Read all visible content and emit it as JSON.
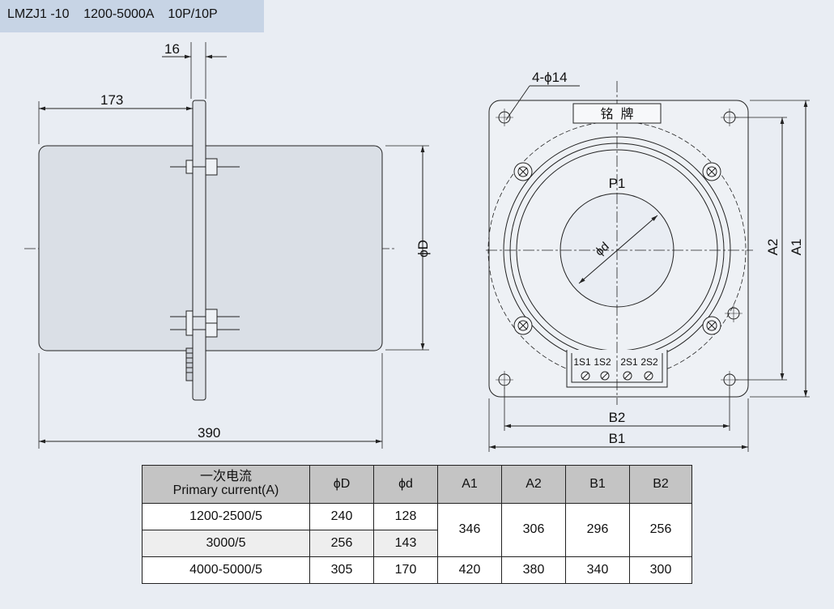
{
  "header": {
    "title": "LMZJ1 -10    1200-5000A    10P/10P"
  },
  "side_view": {
    "dim_flange_thickness": "16",
    "dim_body_length": "173",
    "dim_total_length": "390",
    "dim_outer_diameter": "ϕD"
  },
  "front_view": {
    "hole_callout": "4-ϕ14",
    "nameplate": "铭  牌",
    "primary_terminal": "P1",
    "inner_diameter": "ϕd",
    "terminals": [
      "1S1",
      "1S2",
      "2S1",
      "2S2"
    ],
    "dim_a1": "A1",
    "dim_a2": "A2",
    "dim_b1": "B1",
    "dim_b2": "B2"
  },
  "table": {
    "headers": {
      "primary_cn": "一次电流",
      "primary_en": "Primary current(A)",
      "D": "ϕD",
      "d": "ϕd",
      "A1": "A1",
      "A2": "A2",
      "B1": "B1",
      "B2": "B2"
    },
    "rows": [
      {
        "current": "1200-2500/5",
        "D": "240",
        "d": "128"
      },
      {
        "current": "3000/5",
        "D": "256",
        "d": "143"
      },
      {
        "current": "4000-5000/5",
        "D": "305",
        "d": "170",
        "A1": "420",
        "A2": "380",
        "B1": "340",
        "B2": "300"
      }
    ],
    "merged": {
      "A1": "346",
      "A2": "306",
      "B1": "296",
      "B2": "256"
    }
  }
}
